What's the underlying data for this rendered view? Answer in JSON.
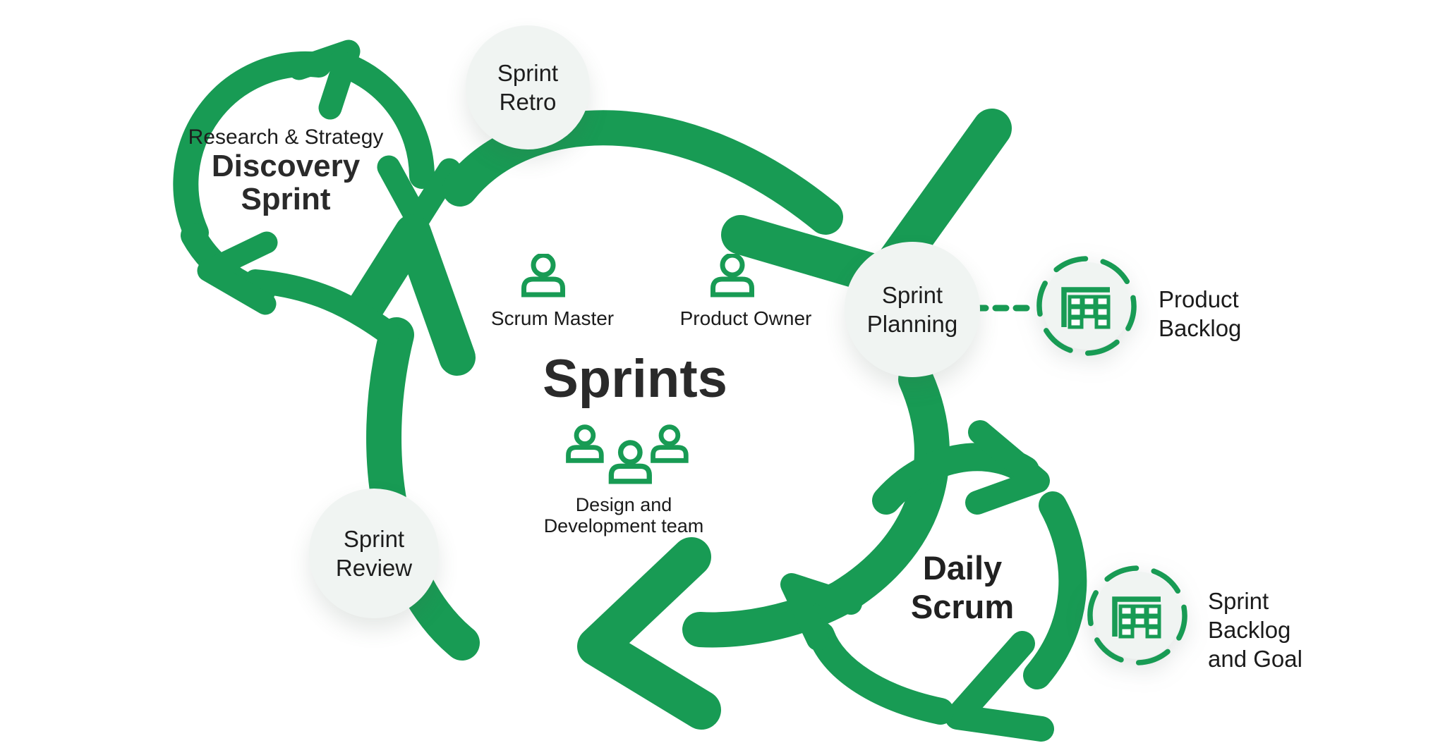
{
  "colors": {
    "green": "#189B54",
    "circle_fill": "#F0F4F2",
    "heading": "#2A2A2A",
    "label": "#1C1C1C"
  },
  "discovery": {
    "subtitle": "Research & Strategy",
    "title_line1": "Discovery",
    "title_line2": "Sprint"
  },
  "events": {
    "sprint_retro": {
      "line1": "Sprint",
      "line2": "Retro"
    },
    "sprint_planning": {
      "line1": "Sprint",
      "line2": "Planning"
    },
    "sprint_review": {
      "line1": "Sprint",
      "line2": "Review"
    }
  },
  "center": {
    "title": "Sprints",
    "scrum_master_label": "Scrum Master",
    "product_owner_label": "Product Owner",
    "team_label_line1": "Design and",
    "team_label_line2": "Development team"
  },
  "daily_scrum": {
    "line1": "Daily",
    "line2": "Scrum"
  },
  "artifacts": {
    "product_backlog": {
      "line1": "Product",
      "line2": "Backlog"
    },
    "sprint_backlog": {
      "line1": "Sprint",
      "line2": "Backlog",
      "line3": "and Goal"
    }
  },
  "icons": {
    "scrum_master": "person-icon",
    "product_owner": "person-icon",
    "team": "people-group-icon",
    "product_backlog": "task-board-icon",
    "sprint_backlog": "task-board-icon"
  }
}
